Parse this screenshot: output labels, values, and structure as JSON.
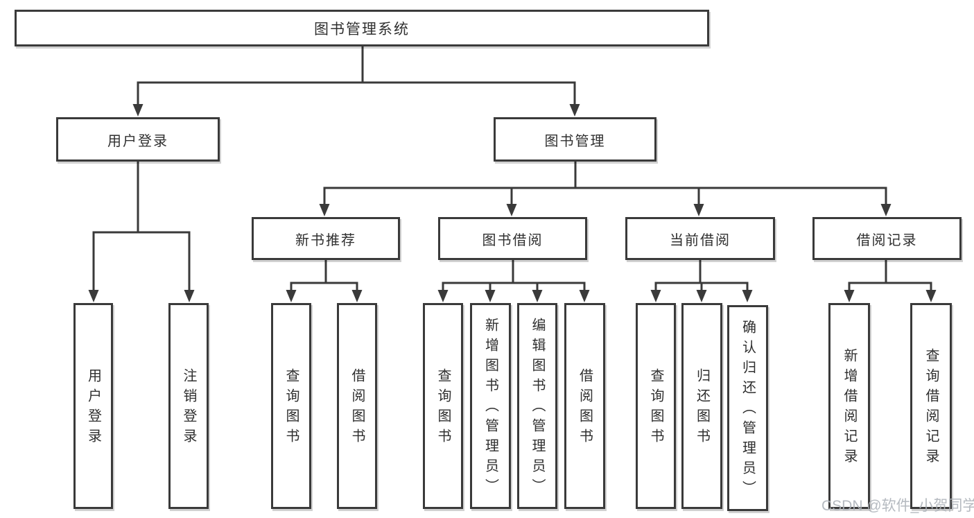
{
  "diagram_title": "图书管理系统",
  "nodes": {
    "root": {
      "label": "图书管理系统"
    },
    "user_login": {
      "label": "用户登录"
    },
    "book_mgmt": {
      "label": "图书管理"
    },
    "new_book_rec": {
      "label": "新书推荐"
    },
    "book_borrow": {
      "label": "图书借阅"
    },
    "current_borrow": {
      "label": "当前借阅"
    },
    "borrow_record": {
      "label": "借阅记录"
    },
    "leaf_user_login": {
      "label": "用户登录"
    },
    "leaf_logout": {
      "label": "注销登录"
    },
    "leaf_nb_query": {
      "label": "查询图书"
    },
    "leaf_nb_borrow": {
      "label": "借阅图书"
    },
    "leaf_bb_query": {
      "label": "查询图书"
    },
    "leaf_bb_add": {
      "label": "新增图书（管理员）"
    },
    "leaf_bb_edit": {
      "label": "编辑图书（管理员）"
    },
    "leaf_bb_borrow": {
      "label": "借阅图书"
    },
    "leaf_cb_query": {
      "label": "查询图书"
    },
    "leaf_cb_return": {
      "label": "归还图书"
    },
    "leaf_cb_confirm": {
      "label": "确认归还（管理员）"
    },
    "leaf_br_add": {
      "label": "新增借阅记录"
    },
    "leaf_br_query": {
      "label": "查询借阅记录"
    }
  },
  "hierarchy_note": {
    "root": "图书管理系统",
    "children": [
      {
        "label": "用户登录",
        "children": [
          "用户登录",
          "注销登录"
        ]
      },
      {
        "label": "图书管理",
        "children": [
          {
            "label": "新书推荐",
            "children": [
              "查询图书",
              "借阅图书"
            ]
          },
          {
            "label": "图书借阅",
            "children": [
              "查询图书",
              "新增图书（管理员）",
              "编辑图书（管理员）",
              "借阅图书"
            ]
          },
          {
            "label": "当前借阅",
            "children": [
              "查询图书",
              "归还图书",
              "确认归还（管理员）"
            ]
          },
          {
            "label": "借阅记录",
            "children": [
              "新增借阅记录",
              "查询借阅记录"
            ]
          }
        ]
      }
    ]
  },
  "watermark": {
    "text": "CSDN @软件_小贺同学"
  },
  "colors": {
    "line": "#3a3a3a",
    "text": "#2f2f2f",
    "background": "#ffffff",
    "watermark": "#adb2b9"
  }
}
